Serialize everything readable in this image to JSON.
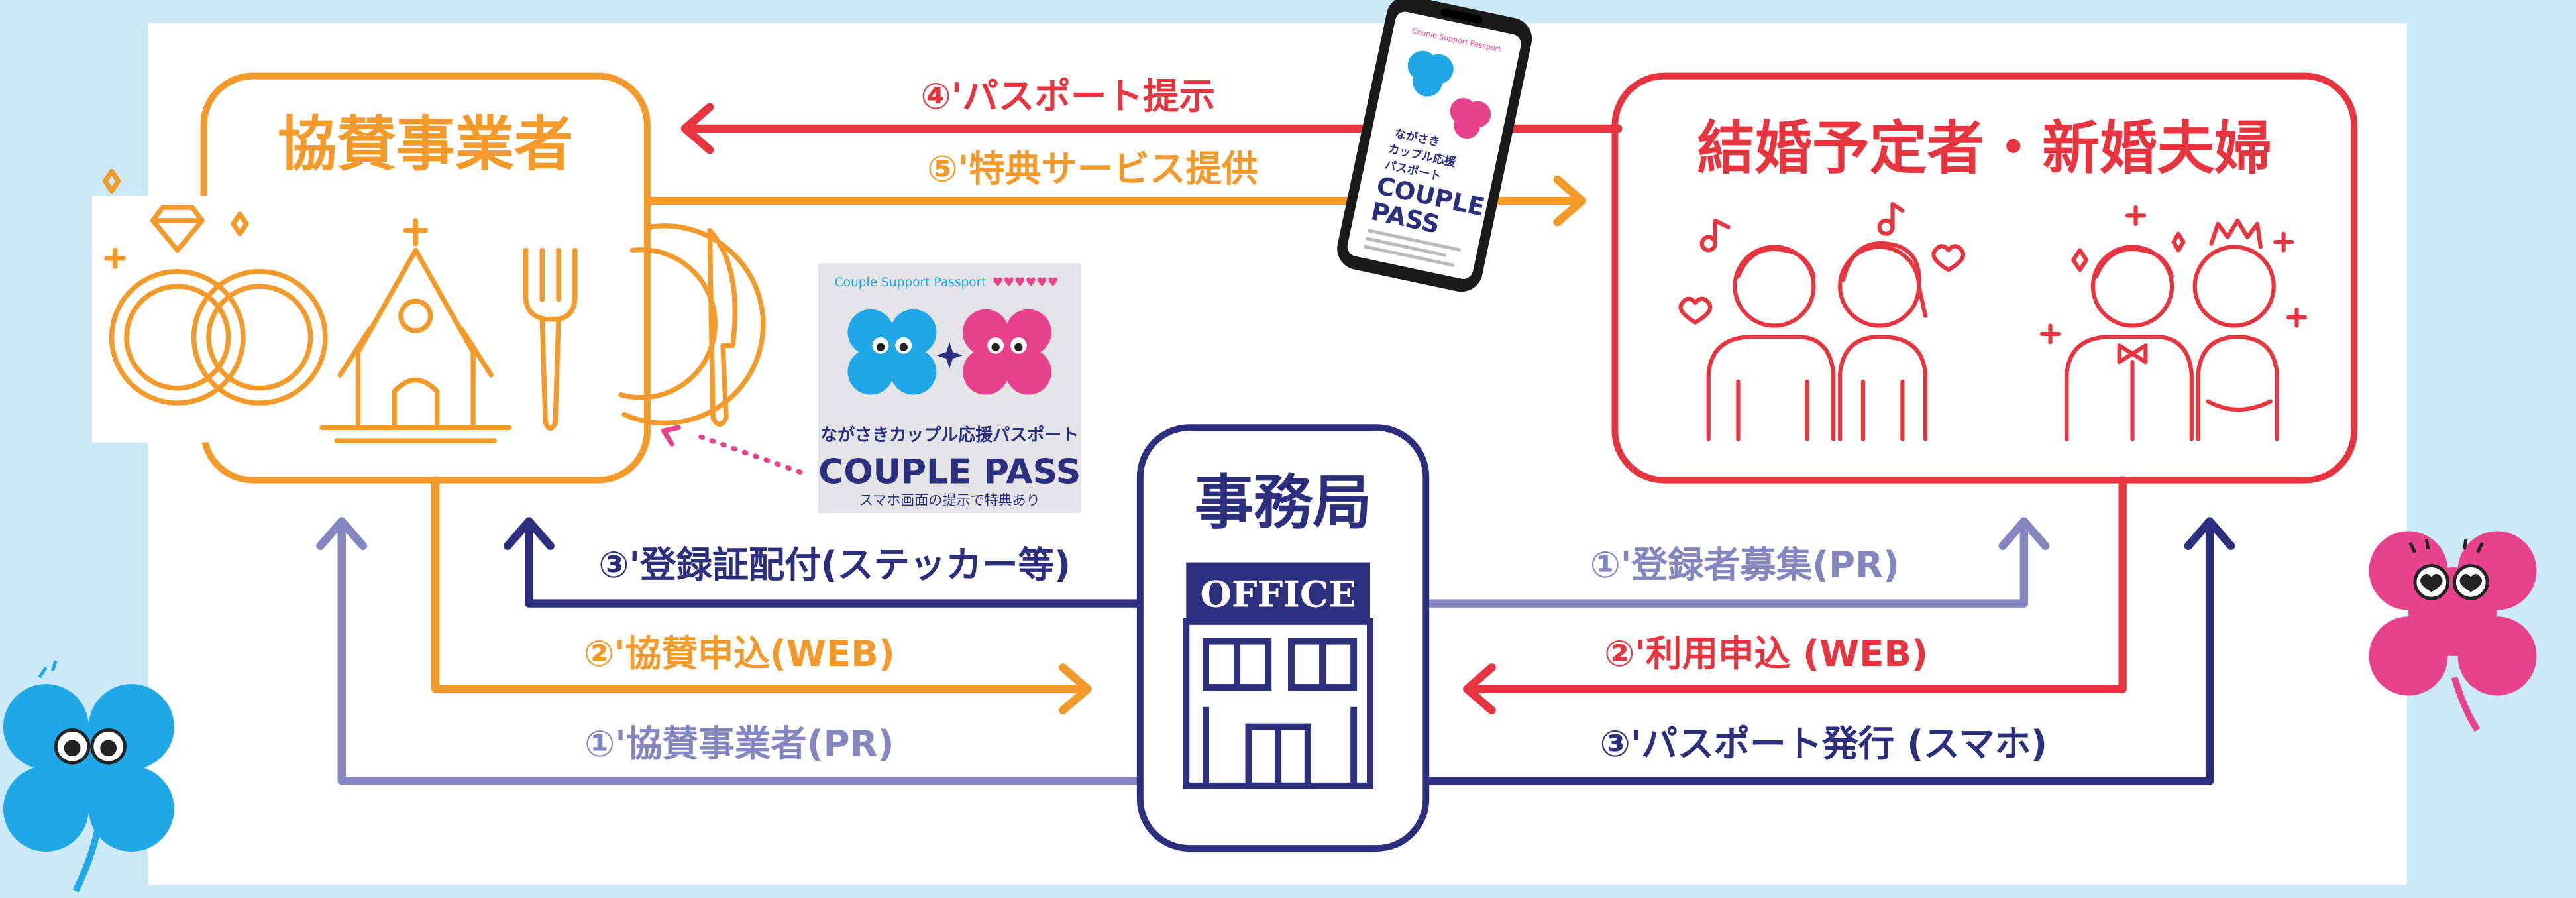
{
  "nodes": {
    "sponsor": {
      "title": "協賛事業者",
      "color": "#f39a2b"
    },
    "couple": {
      "title": "結婚予定者・新婚夫婦",
      "color": "#e7343f"
    },
    "office": {
      "title": "事務局",
      "sign": "OFFICE",
      "color": "#2d2f7e"
    }
  },
  "flows": {
    "passport_show": "④'パスポート提示",
    "service": "⑤'特典サービス提供",
    "sticker": "③'登録証配付(ステッカー等)",
    "sponsor_apply": "②'協賛申込(WEB)",
    "sponsor_pr": "①'協賛事業者(PR)",
    "recruit_pr": "①'登録者募集(PR)",
    "use_apply": "②'利用申込 (WEB)",
    "passport_issue": "③'パスポート発行 (スマホ)"
  },
  "sticker_card": {
    "header": "Couple Support Passport",
    "hearts": "♥♥♥♥♥♥",
    "name": "ながさきカップル応援パスポート",
    "logo": "COUPLE PASS",
    "note": "スマホ画面の提示で特典あり"
  },
  "phone": {
    "header": "Couple Support Passport",
    "line1": "ながさき",
    "line2": "カップル応援",
    "line3": "パスポート",
    "logo1": "COUPLE",
    "logo2": "PASS"
  },
  "colors": {
    "background": "#cce9f7",
    "panel": "#ffffff",
    "orange": "#f39a2b",
    "red": "#e7343f",
    "navy": "#2d2f7e",
    "lavender": "#8585bf",
    "cyan": "#1fa7e8",
    "pink": "#e9428c"
  }
}
